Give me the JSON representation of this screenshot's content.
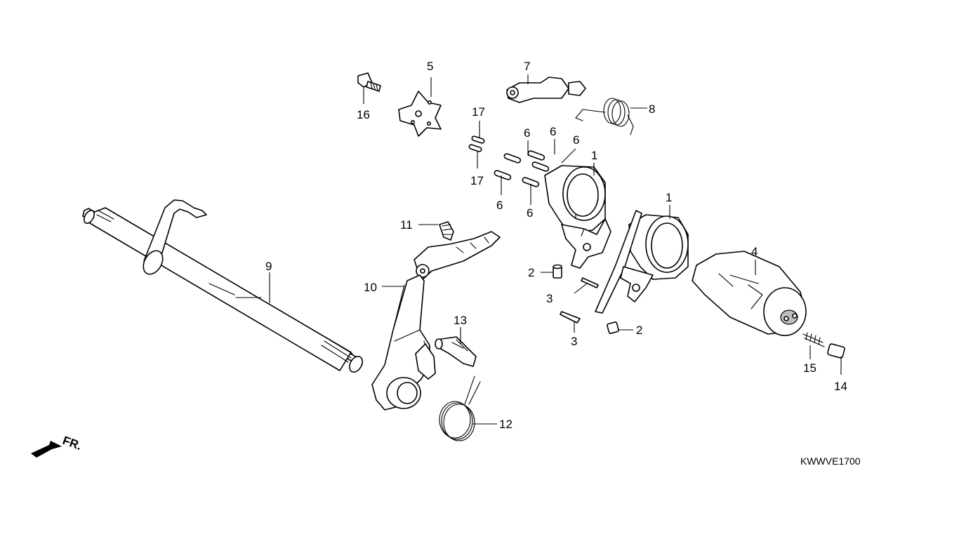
{
  "diagram": {
    "callouts": {
      "c1a": "1",
      "c1b": "1",
      "c2a": "2",
      "c2b": "2",
      "c3a": "3",
      "c3b": "3",
      "c4": "4",
      "c5": "5",
      "c6a": "6",
      "c6b": "6",
      "c6c": "6",
      "c6d": "6",
      "c6e": "6",
      "c7": "7",
      "c8": "8",
      "c9": "9",
      "c10": "10",
      "c11": "11",
      "c12": "12",
      "c13": "13",
      "c14": "14",
      "c15": "15",
      "c16": "16",
      "c17a": "17",
      "c17b": "17"
    },
    "direction_label": "FR.",
    "drawing_code": "KWWVE1700"
  }
}
